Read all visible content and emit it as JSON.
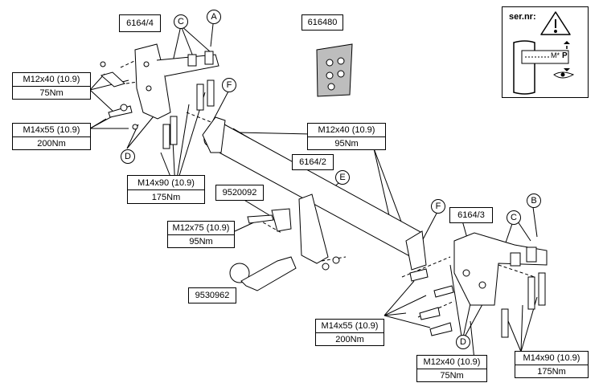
{
  "parts": {
    "bracket_left": "6164/4",
    "crossbar": "6164/2",
    "bracket_right": "6164/3",
    "wiring": "616480",
    "ball_mount": "9520092",
    "tow_ball": "9530962"
  },
  "callouts": {
    "a": "A",
    "b": "B",
    "c_left": "C",
    "c_right": "C",
    "d_left": "D",
    "d_right": "D",
    "e": "E",
    "f_left": "F",
    "f_right": "F"
  },
  "specs": [
    {
      "bolt": "M12x40 (10.9)",
      "torque": "75Nm"
    },
    {
      "bolt": "M14x55 (10.9)",
      "torque": "200Nm"
    },
    {
      "bolt": "M14x90 (10.9)",
      "torque": "175Nm"
    },
    {
      "bolt": "M12x40 (10.9)",
      "torque": "95Nm"
    },
    {
      "bolt": "M12x75 (10.9)",
      "torque": "95Nm"
    },
    {
      "bolt": "M14x55 (10.9)",
      "torque": "200Nm"
    },
    {
      "bolt": "M12x40 (10.9)",
      "torque": "75Nm"
    },
    {
      "bolt": "M14x90 (10.9)",
      "torque": "175Nm"
    }
  ],
  "serial_panel": {
    "label": "ser.nr:",
    "plate_mark": "M*",
    "plate_letter": "P"
  }
}
